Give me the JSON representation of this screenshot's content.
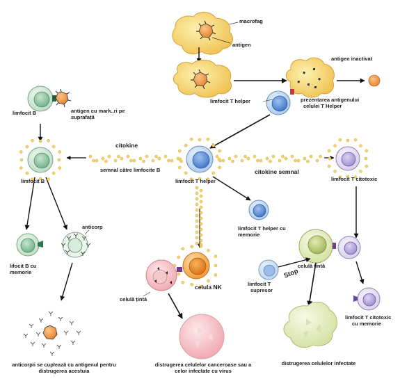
{
  "labels": {
    "macrofag": "macrofag",
    "antigen": "antigen",
    "antigen_inactivat": "antigen inactivat",
    "limfocit_t_helper_top": "limfocit   T helper",
    "prezentarea_l1": "prezentarea antigenului",
    "prezentarea_l2": "celulei T Helper",
    "limfocit_b_top": "limfocit B",
    "antigen_markeri_l1": "antigen cu mark..ri pe",
    "antigen_markeri_l2": "suprafață",
    "citokine_top": "citokine",
    "semnal_b": "semnal către limfocite B",
    "citokine_semnal": "citokine  semnal",
    "limfocit_b_mid": "limfocit B",
    "limfocit_t_helper_mid": "limfocit    T helper",
    "limfocit_t_citotoxic": "limfocit T citotoxic",
    "anticorp": "anticorp",
    "limfocit_t_helper_memorie_l1": "limfocit T helper cu",
    "limfocit_t_helper_memorie_l2": "memorie",
    "lifocit_b_memorie_l1": "lifocit B cu",
    "lifocit_b_memorie_l2": "memorie",
    "celula_nk": "celula NK",
    "celula_tinta_left": "celulă țintă",
    "celula_tinta_right": "celulă țintă",
    "stop": "Stop",
    "limfocit_t_supresor_l1": "limfocit T",
    "limfocit_t_supresor_l2": "supresor",
    "limfocit_t_citotoxic_memorie_l1": "limfocit T citotoxic",
    "limfocit_t_citotoxic_memorie_l2": "cu memorie",
    "anticorpii_l1": "anticorpii se cuplează cu antigenul pentru",
    "anticorpii_l2": "distrugerea acestuia",
    "distrugerea_canceroase_l1": "distrugerea celulelor canceroase sau a",
    "distrugerea_canceroase_l2": "celor infectate cu virus",
    "distrugerea_infectate": "distrugerea celulelor infectate"
  },
  "colors": {
    "macrophage": "#f2cf63",
    "macrophage_edge": "#d8a93a",
    "b_cell": "#bfe0c7",
    "b_nucleus": "#7fbf95",
    "t_helper": "#cfe3f7",
    "t_nucleus": "#5a8fd2",
    "t_cytotoxic": "#e6e0f2",
    "t_cyto_nucleus": "#a999d4",
    "nk": "#f08a2a",
    "target_pink": "#f4b6bd",
    "target_green": "#dfe9b8",
    "antigen_orange": "#f0913a",
    "cytokine_dot": "#f2d26a",
    "arrow": "#111111"
  }
}
